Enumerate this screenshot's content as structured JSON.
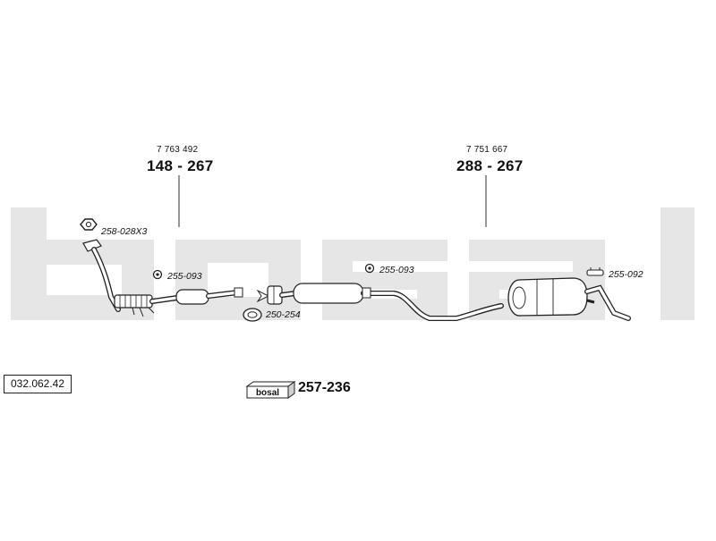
{
  "diagram": {
    "watermark_brand": "bosal",
    "front_section": {
      "oem_number": "7 763 492",
      "part_number": "148 - 267"
    },
    "rear_section": {
      "oem_number": "7 751 667",
      "part_number": "288 - 267"
    },
    "refs": {
      "nut": "258-028X3",
      "clamp_front": "255-093",
      "ring": "250-254",
      "clamp_middle": "255-093",
      "hanger_rear": "255-092"
    },
    "catalog_code": "032.062.42",
    "kit": {
      "box_brand": "bosal",
      "number": "257-236"
    },
    "colors": {
      "watermark": "#e6e6e6",
      "line": "#333333"
    }
  }
}
